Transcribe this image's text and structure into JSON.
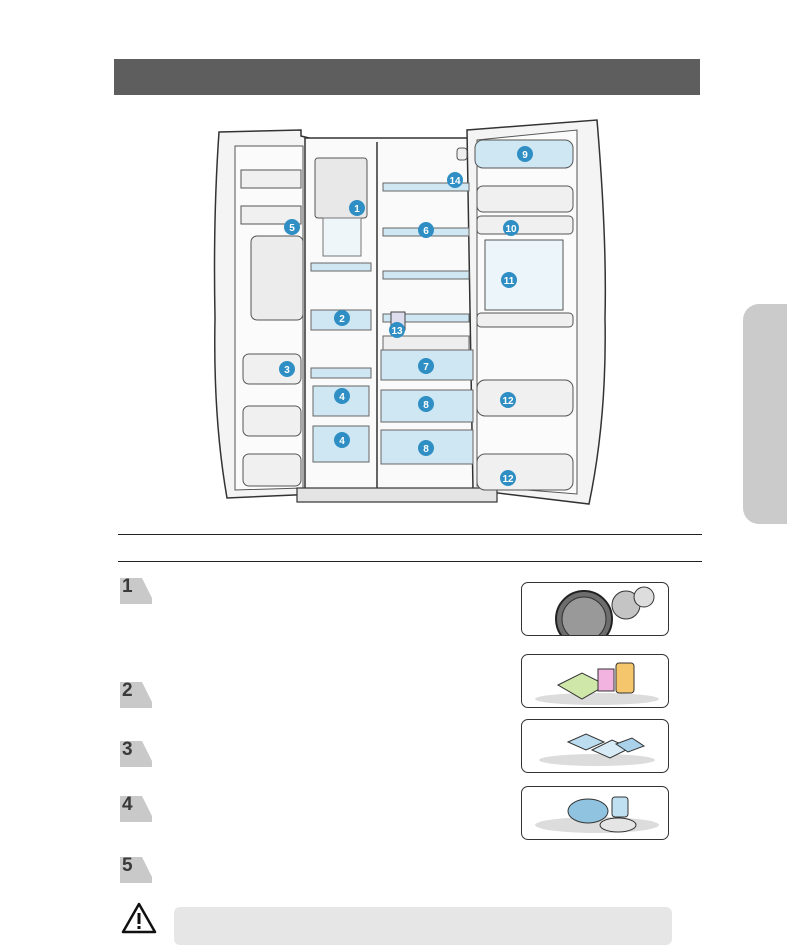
{
  "page": {
    "title": "",
    "diagram_callouts": [
      "1",
      "2",
      "3",
      "4",
      "4",
      "5",
      "6",
      "7",
      "8",
      "8",
      "9",
      "10",
      "11",
      "12",
      "12",
      "13",
      "14"
    ],
    "steps": [
      {
        "number": "1",
        "text": ""
      },
      {
        "number": "2",
        "text": ""
      },
      {
        "number": "3",
        "text": ""
      },
      {
        "number": "4",
        "text": ""
      },
      {
        "number": "5",
        "text": ""
      }
    ],
    "thumbnails": [
      {
        "icon": "pizza-icon"
      },
      {
        "icon": "cold-food-icon"
      },
      {
        "icon": "frozen-packages-icon"
      },
      {
        "icon": "frozen-fish-icon"
      }
    ],
    "warning": {
      "icon": "warning-icon",
      "text": ""
    }
  },
  "colors": {
    "title_bar": "#5e5e5e",
    "side_tab": "#cbcbcb",
    "callout_badge": "#2f8fc4",
    "shelf_glass": "#cfe7f3",
    "warning_box": "#e6e6e6"
  }
}
